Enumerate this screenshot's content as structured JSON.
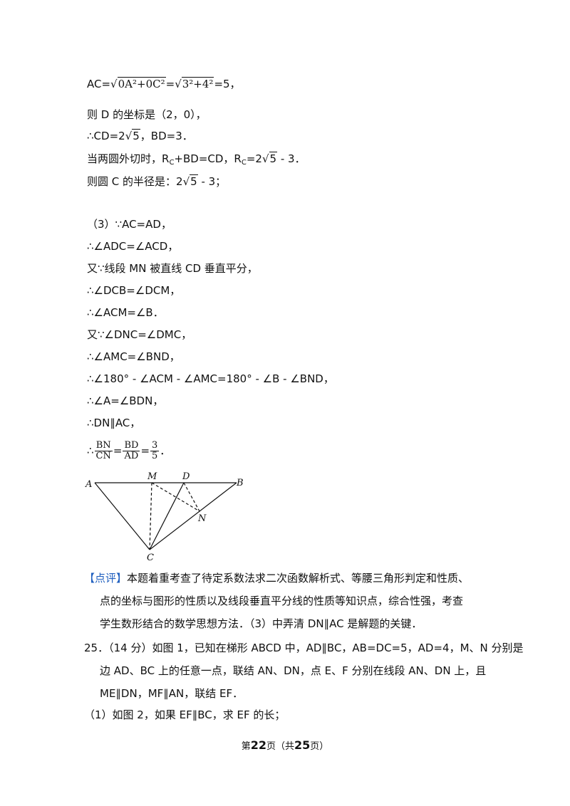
{
  "lines": {
    "ac_prefix": "AC=",
    "ac_rad1": "0A²+0C²",
    "ac_eq": "=",
    "ac_rad2": "3²+4²",
    "ac_tail": "=5，",
    "d_coord": "则 D 的坐标是（2，0），",
    "cd_a": "∴CD=2",
    "cd_rad": "5",
    "cd_b": "，BD=3．",
    "tangent_a": "当两圆外切时，R",
    "tangent_sub1": "C",
    "tangent_b": "+BD=CD，R",
    "tangent_sub2": "C",
    "tangent_c": "=2",
    "tangent_rad": "5",
    "tangent_d": " - 3．",
    "radius_a": "则圆 C 的半径是：2",
    "radius_rad": "5",
    "radius_b": " - 3；",
    "p3_1": "（3）∵AC=AD，",
    "p3_2": "∴∠ADC=∠ACD，",
    "p3_3": "又∵线段 MN 被直线 CD 垂直平分，",
    "p3_4": "∴∠DCB=∠DCM，",
    "p3_5": "∴∠ACM=∠B．",
    "p3_6": "又∵∠DNC=∠DMC，",
    "p3_7": "∴∠AMC=∠BND，",
    "p3_8": "∴∠180° - ∠ACM - ∠AMC=180° - ∠B - ∠BND，",
    "p3_9": "∴∠A=∠BDN，",
    "p3_10": "∴DN∥AC，",
    "frac_prefix": "∴",
    "frac1_num": "BN",
    "frac1_den": "CN",
    "frac_eq1": "=",
    "frac2_num": "BD",
    "frac2_den": "AD",
    "frac_eq2": "=",
    "frac3_num": "3",
    "frac3_den": "5",
    "frac_end": "．"
  },
  "figure": {
    "label_A": "A",
    "label_M": "M",
    "label_D": "D",
    "label_B": "B",
    "label_N": "N",
    "label_C": "C"
  },
  "comment": {
    "tag": "【点评】",
    "line1": "本题着重考查了待定系数法求二次函数解析式、等腰三角形判定和性质、",
    "line2": "点的坐标与图形的性质以及线段垂直平分线的性质等知识点，综合性强，考查",
    "line3": "学生数形结合的数学思想方法．（3）中弄清 DN∥AC 是解题的关键．"
  },
  "problem25": {
    "line1": "25．（14 分）如图 1，已知在梯形 ABCD 中，AD∥BC，AB=DC=5，AD=4，M、N 分别是",
    "line2": "边 AD、BC 上的任意一点，联结 AN、DN，点 E、F 分别在线段 AN、DN 上，且",
    "line3": "ME∥DN，MF∥AN，联结 EF．",
    "line4": "（1）如图 2，如果 EF∥BC，求 EF 的长；"
  },
  "footer": {
    "pre": "第",
    "page": "22",
    "mid": "页（共",
    "total": "25",
    "post": "页）"
  }
}
